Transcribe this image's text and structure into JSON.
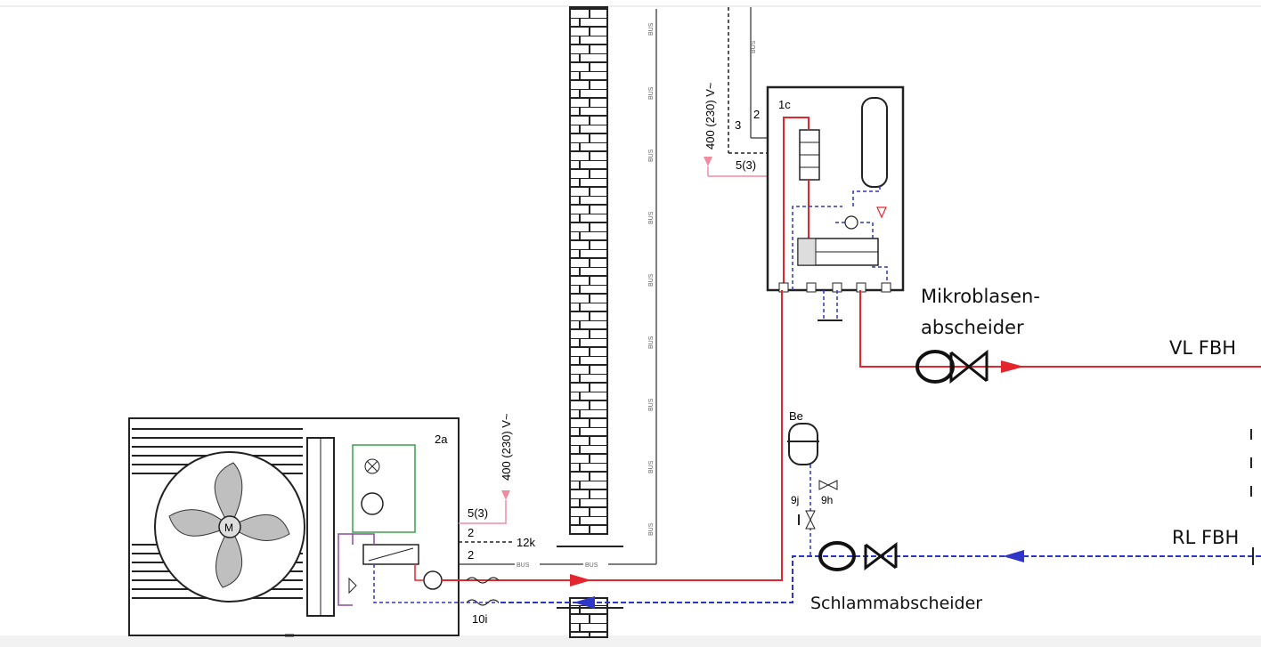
{
  "labels": {
    "outdoor_unit": "2a",
    "indoor_unit": "1c",
    "voltage_outdoor": "400 (230) V~",
    "voltage_indoor": "400 (230) V~",
    "cable_5_3_outdoor": "5(3)",
    "cable_5_3_indoor": "5(3)",
    "cable_2_a": "2",
    "cable_2_b": "2",
    "cable_12k": "12k",
    "cable_10i": "10i",
    "cable_3": "3",
    "cable_2_top": "2",
    "expansion_vessel": "Be",
    "valve_9j": "9j",
    "valve_9h": "9h",
    "bus": "BUS",
    "fan_motor": "M"
  },
  "annotations": {
    "microbubble_1": "Mikroblasen-",
    "microbubble_2": "abscheider",
    "supply": "VL FBH",
    "return": "RL FBH",
    "sludge": "Schlammabscheider"
  },
  "colors": {
    "supply_red": "#e3262d",
    "return_blue": "#2d36c8",
    "power_pink": "#f08ca0",
    "green_line": "#3aa04a",
    "purple_line": "#8a4aa0",
    "wall": "#ffffff",
    "outline": "#222222"
  }
}
